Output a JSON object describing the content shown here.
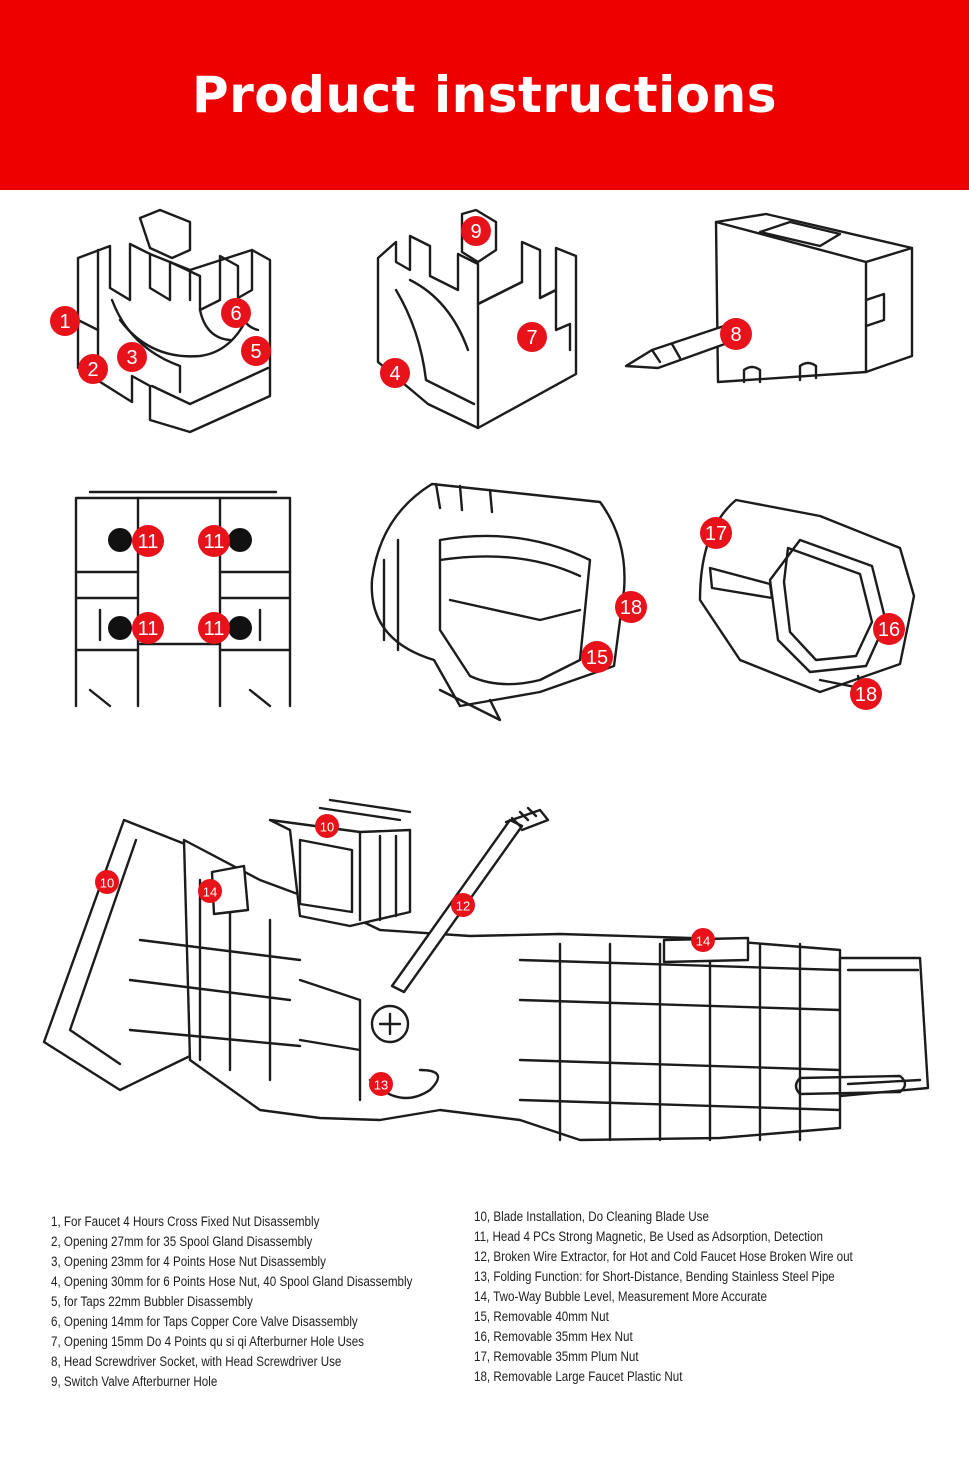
{
  "banner": {
    "title": "Product instructions",
    "color": "#ee0000"
  },
  "labels": {
    "n1": "1",
    "n2": "2",
    "n3": "3",
    "n4": "4",
    "n5": "5",
    "n6": "6",
    "n7": "7",
    "n8": "8",
    "n9": "9",
    "n10": "10",
    "n11": "11",
    "n12": "12",
    "n13": "13",
    "n14": "14",
    "n15": "15",
    "n16": "16",
    "n17": "17",
    "n18": "18"
  },
  "instructions_left": [
    "1, For Faucet 4 Hours Cross Fixed Nut Disassembly",
    "2, Opening 27mm for 35 Spool Gland Disassembly",
    "3, Opening 23mm for 4 Points Hose Nut Disassembly",
    "4, Opening 30mm for 6 Points Hose Nut, 40 Spool Gland Disassembly",
    "5, for Taps 22mm Bubbler Disassembly",
    "6, Opening 14mm for Taps Copper Core Valve Disassembly",
    "7, Opening 15mm Do 4 Points qu si qi Afterburner Hole Uses",
    "8, Head Screwdriver Socket, with Head Screwdriver Use",
    "9, Switch Valve Afterburner Hole"
  ],
  "instructions_right": [
    "10, Blade Installation, Do Cleaning Blade Use",
    "11, Head 4 PCs Strong Magnetic, Be Used as Adsorption, Detection",
    "12, Broken Wire Extractor, for Hot and Cold Faucet Hose Broken Wire out",
    "13, Folding Function: for Short-Distance, Bending Stainless Steel Pipe",
    "14, Two-Way Bubble Level, Measurement More Accurate",
    "15, Removable 40mm Nut",
    "16, Removable 35mm Hex Nut",
    "17, Removable 35mm Plum Nut",
    "18, Removable Large Faucet Plastic Nut"
  ],
  "colors": {
    "label_red": "#e8121b",
    "line": "#1c1c1c"
  }
}
